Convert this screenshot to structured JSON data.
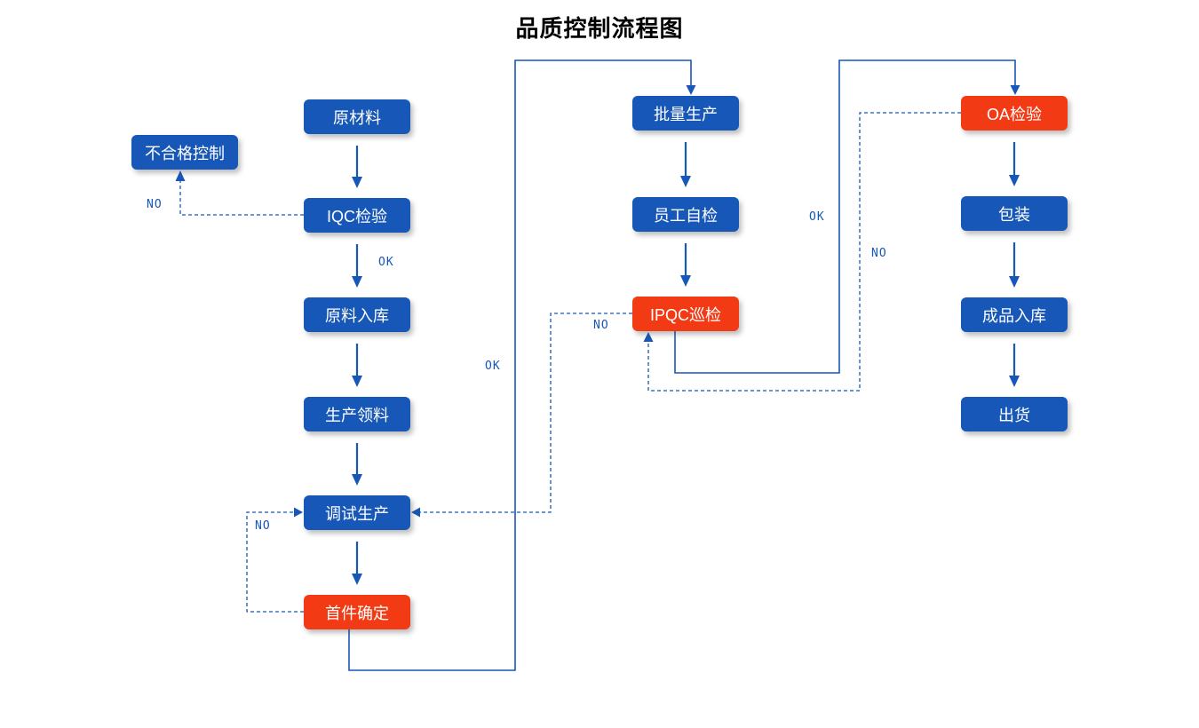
{
  "title": "品质控制流程图",
  "colors": {
    "node_blue": "#1757b8",
    "node_red": "#f23b15",
    "line_blue": "#1757b8",
    "text_white": "#ffffff"
  },
  "nodes": {
    "raw_material": "原材料",
    "nonconforming_control": "不合格控制",
    "iqc_inspection": "IQC检验",
    "material_storage": "原料入库",
    "production_picking": "生产领料",
    "debug_production": "调试生产",
    "first_piece_confirm": "首件确定",
    "batch_production": "批量生产",
    "employee_self_check": "员工自检",
    "ipqc_inspection": "IPQC巡检",
    "oa_inspection": "OA检验",
    "packaging": "包装",
    "finished_storage": "成品入库",
    "shipment": "出货"
  },
  "edge_labels": {
    "iqc_no": "NO",
    "iqc_ok": "OK",
    "first_piece_ok": "OK",
    "first_piece_no": "NO",
    "ipqc_no": "NO",
    "ipqc_ok": "OK",
    "oa_no": "NO"
  }
}
